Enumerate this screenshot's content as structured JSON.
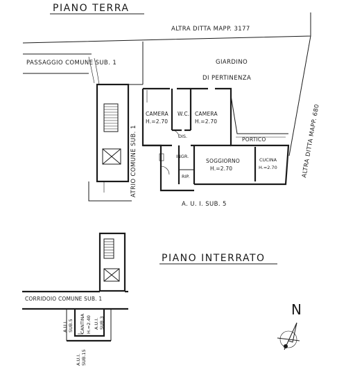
{
  "piano_terra": {
    "title": "PIANO TERRA",
    "altra_ditta_top": "ALTRA DITTA MAPP. 3177",
    "passaggio": "PASSAGGIO COMUNE SUB. 1",
    "giardino_1": "GIARDINO",
    "giardino_2": "DI PERTINENZA",
    "altra_ditta_right": "ALTRA DITTA MAPP. 680",
    "atrio": "ATRIO COMUNE SUB. 1",
    "camera1_name": "CAMERA",
    "camera1_h": "H.=2.70",
    "wc": "W.C.",
    "camera2_name": "CAMERA",
    "camera2_h": "H.=2.70",
    "dis": "DIS.",
    "portico": "PORTICO",
    "ingr": "INGR.",
    "soggiorno_name": "SOGGIORNO",
    "soggiorno_h": "H.=2.70",
    "cucina_name": "CUCINA",
    "cucina_h": "H.=2.70",
    "rip": "RIP.",
    "aui": "A. U. I.  SUB. 5"
  },
  "piano_interrato": {
    "title": "PIANO INTERRATO",
    "corridoio": "CORRIDOIO COMUNE SUB. 1",
    "aui_left_1": "A.U.I.",
    "aui_left_2": "SUB.5",
    "cantina_1": "CANTINA",
    "cantina_2": "H.=2.40",
    "aui_right_1": "A.U.I.",
    "aui_right_2": "SUB.3",
    "aui_bottom_1": "A.U.I.",
    "aui_bottom_2": "SUB.15"
  },
  "compass": {
    "label": "N"
  }
}
